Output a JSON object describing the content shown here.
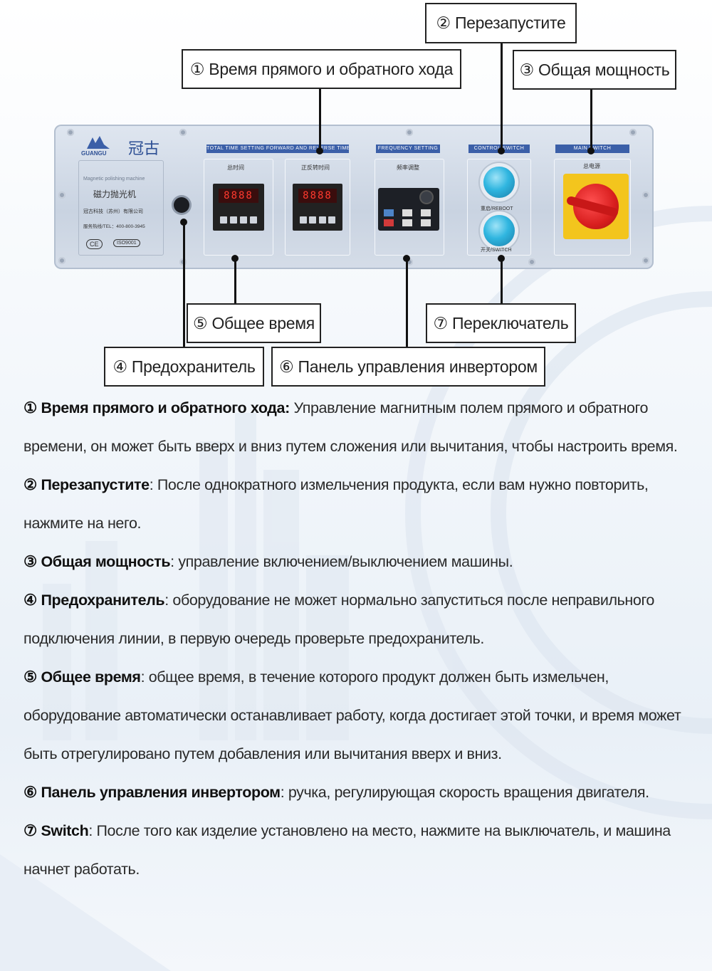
{
  "labels": {
    "l1": "① Время прямого и обратного хода",
    "l2": "② Перезапустите",
    "l3": "③ Общая мощность",
    "l4": "④ Предохранитель",
    "l5": "⑤ Общее время",
    "l6": "⑥ Панель управления инвертором",
    "l7": "⑦ Переключатель"
  },
  "panel": {
    "brand_cn": "冠古",
    "brand_en": "GUANGU",
    "info_en": "Magnetic polishing machine",
    "info_cn": "磁力抛光机",
    "info_company": "冠古科技（苏州）有限公司",
    "info_tel": "服务热线/TEL：400-800-3945",
    "ce": "CE",
    "iso": "ISO9001",
    "tag_time": "TOTAL TIME SETTING   FORWARD AND REVERSE TIME",
    "tag_freq": "FREQUENCY   SETTING",
    "tag_ctrl": "CONTROL   SWITCH",
    "tag_main": "MAIN   SWITCH",
    "lbl_total": "总时间",
    "lbl_fr": "正反转时间",
    "lbl_freq": "频率调整",
    "lbl_reboot": "重启/REBOOT",
    "lbl_switch": "开关/SWITCH",
    "lbl_power": "总电源",
    "display_total": "8888",
    "display_fr": "8888"
  },
  "description": [
    {
      "title": "① Время прямого и обратного хода:",
      "text": " Управление магнитным полем прямого и обратного времени, он может быть вверх и вниз путем сложения или вычитания, чтобы настроить время."
    },
    {
      "title": "② Перезапустите",
      "text": ": После однократного измельчения продукта, если вам нужно повторить, нажмите на него."
    },
    {
      "title": "③ Общая мощность",
      "text": ": управление включением/выключением машины."
    },
    {
      "title": "④ Предохранитель",
      "text": ": оборудование не может нормально запуститься после неправильного подключения линии, в первую очередь проверьте предохранитель."
    },
    {
      "title": "⑤ Общее время",
      "text": ": общее время, в течение которого продукт должен быть измельчен, оборудование автоматически останавливает работу, когда достигает этой точки, и время может быть отрегулировано путем добавления или вычитания вверх и вниз."
    },
    {
      "title": "⑥ Панель управления инвертором",
      "text": ": ручка, регулирующая скорость вращения двигателя."
    },
    {
      "title": "⑦ Switch",
      "text": ": После того как изделие установлено на место, нажмите на выключатель, и машина начнет работать."
    }
  ]
}
